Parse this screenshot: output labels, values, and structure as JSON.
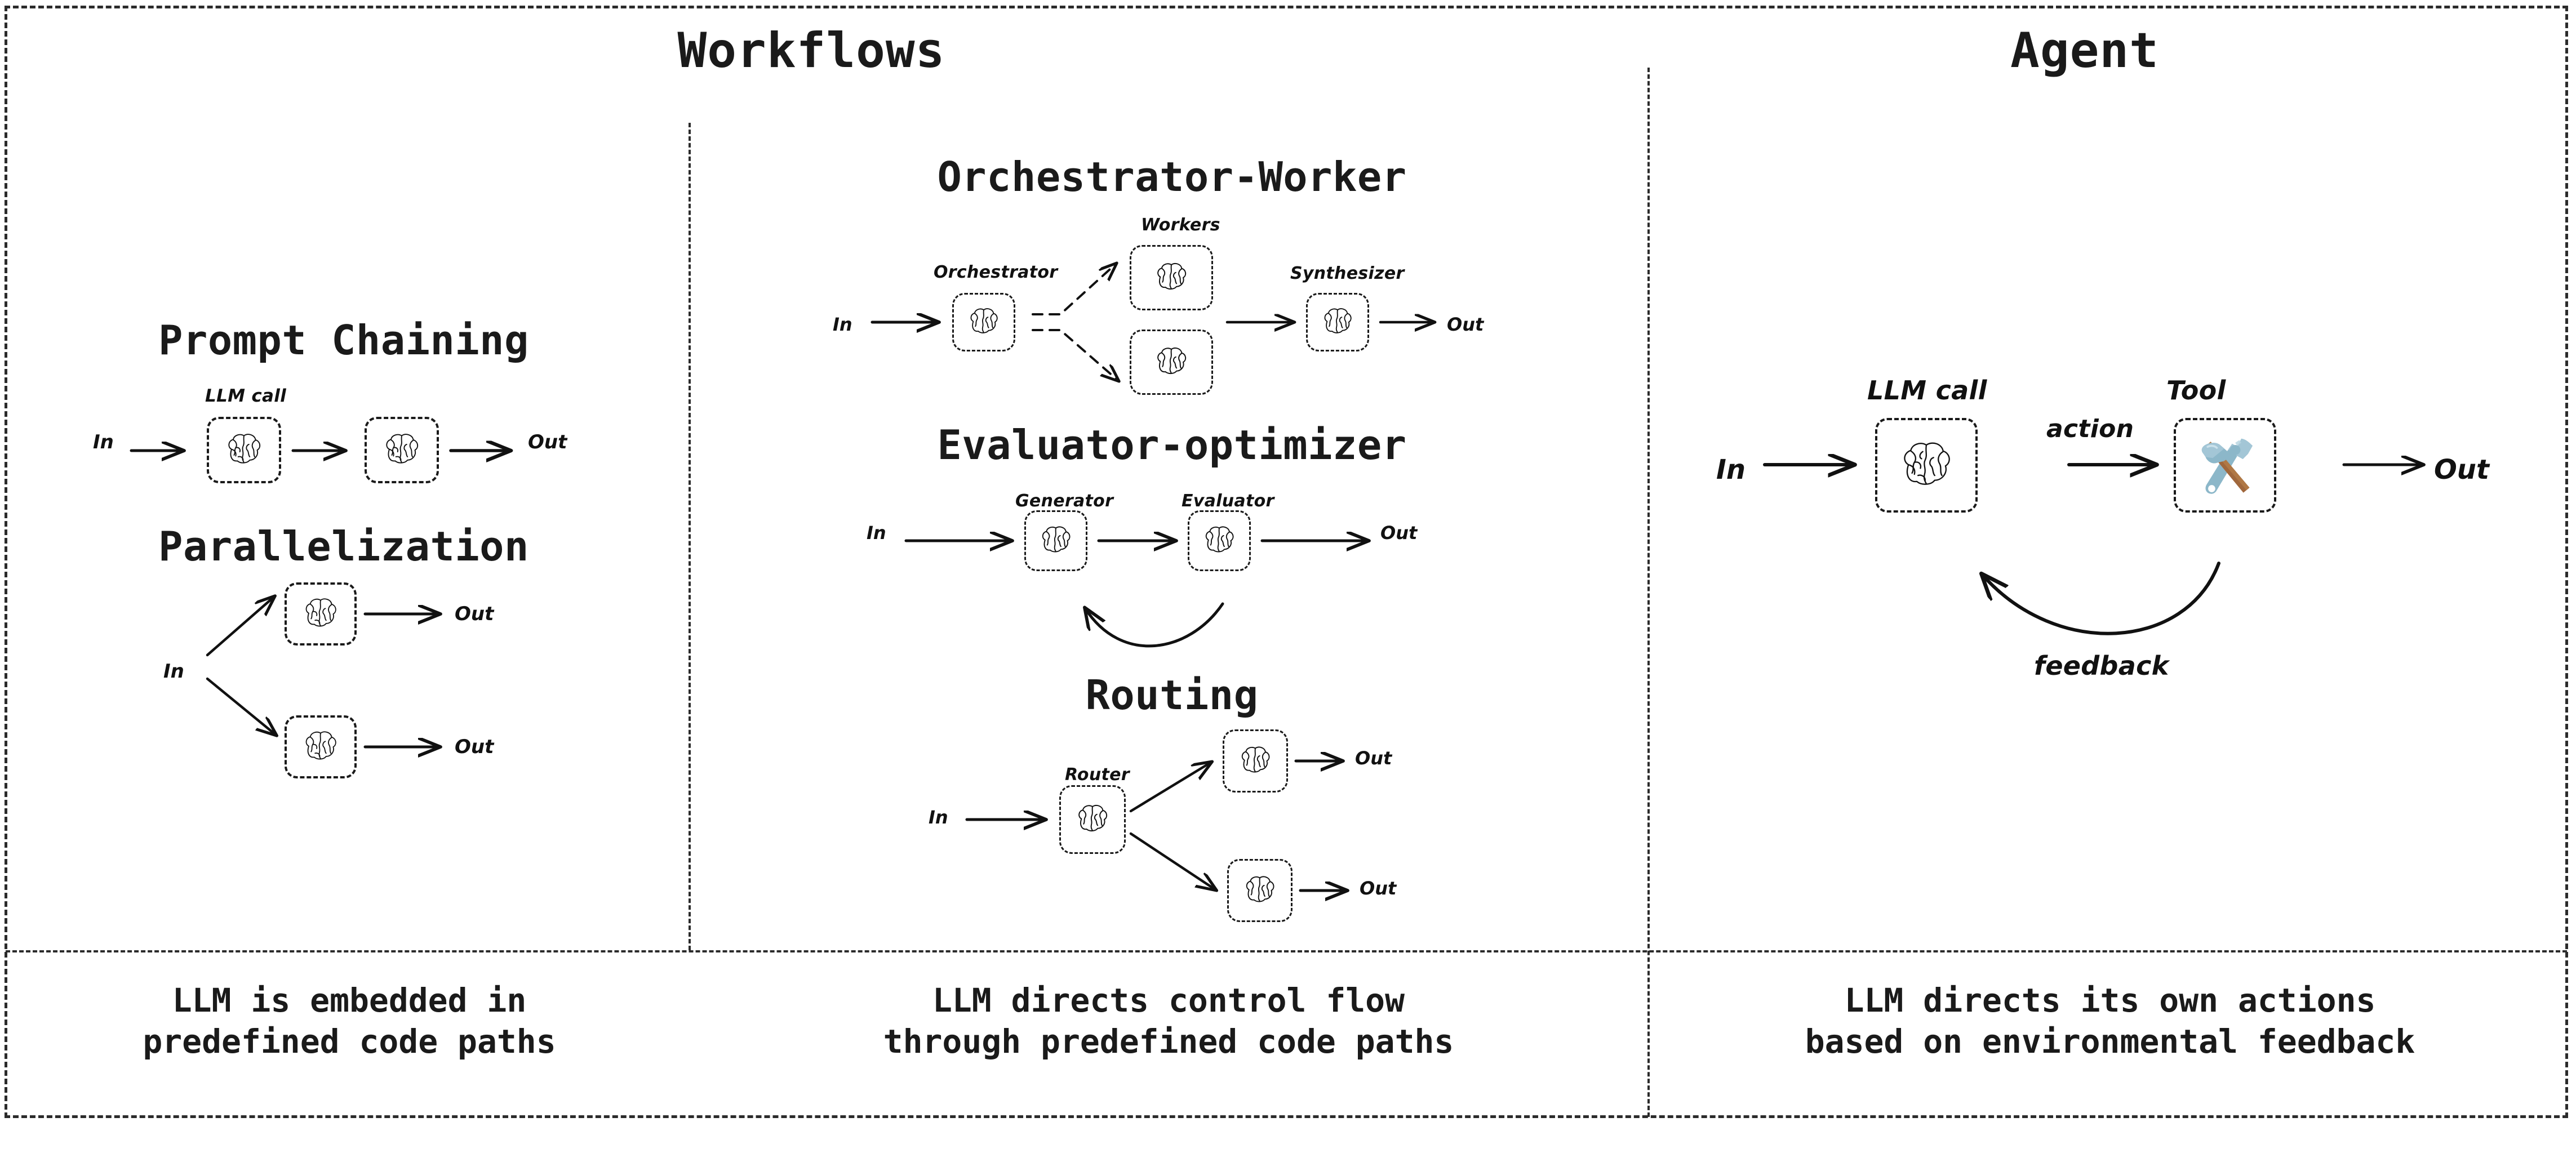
{
  "figure": {
    "title_bar": {
      "workflows": "Workflows",
      "agent": "Agent"
    },
    "columns": [
      {
        "id": "workflows-left",
        "header": "Workflows",
        "caption_line1": "LLM is embedded in",
        "caption_line2": "predefined code paths",
        "sections": [
          {
            "id": "prompt-chaining",
            "title": "Prompt Chaining",
            "labels": {
              "llm_call": "LLM call"
            },
            "io": {
              "in": "In",
              "out": "Out"
            },
            "nodes": [
              {
                "id": "pc-llm-1",
                "icon": "brain-icon",
                "label": "LLM call"
              },
              {
                "id": "pc-llm-2",
                "icon": "brain-icon",
                "label": ""
              }
            ]
          },
          {
            "id": "parallelization",
            "title": "Parallelization",
            "io": {
              "in": "In",
              "out_top": "Out",
              "out_bottom": "Out"
            },
            "nodes": [
              {
                "id": "par-llm-top",
                "icon": "brain-icon"
              },
              {
                "id": "par-llm-bottom",
                "icon": "brain-icon"
              }
            ]
          }
        ]
      },
      {
        "id": "workflows-middle",
        "caption_line1": "LLM directs control flow",
        "caption_line2": "through predefined code paths",
        "sections": [
          {
            "id": "orchestrator-worker",
            "title": "Orchestrator-Worker",
            "labels": {
              "workers": "Workers",
              "orchestrator": "Orchestrator",
              "synthesizer": "Synthesizer"
            },
            "io": {
              "in": "In",
              "out": "Out"
            },
            "nodes": [
              {
                "id": "ow-orchestrator",
                "icon": "brain-icon",
                "label": "Orchestrator"
              },
              {
                "id": "ow-worker-top",
                "icon": "brain-icon"
              },
              {
                "id": "ow-worker-bottom",
                "icon": "brain-icon"
              },
              {
                "id": "ow-synthesizer",
                "icon": "brain-icon",
                "label": "Synthesizer"
              }
            ]
          },
          {
            "id": "evaluator-optimizer",
            "title": "Evaluator-optimizer",
            "labels": {
              "generator": "Generator",
              "evaluator": "Evaluator"
            },
            "io": {
              "in": "In",
              "out": "Out"
            },
            "nodes": [
              {
                "id": "eo-generator",
                "icon": "brain-icon",
                "label": "Generator"
              },
              {
                "id": "eo-evaluator",
                "icon": "brain-icon",
                "label": "Evaluator"
              }
            ]
          },
          {
            "id": "routing",
            "title": "Routing",
            "labels": {
              "router": "Router"
            },
            "io": {
              "in": "In",
              "out_top": "Out",
              "out_bottom": "Out"
            },
            "nodes": [
              {
                "id": "rt-router",
                "icon": "brain-icon",
                "label": "Router"
              },
              {
                "id": "rt-llm-top",
                "icon": "brain-icon"
              },
              {
                "id": "rt-llm-bottom",
                "icon": "brain-icon"
              }
            ]
          }
        ]
      },
      {
        "id": "agent",
        "header": "Agent",
        "caption_line1": "LLM directs its own actions",
        "caption_line2": "based on environmental feedback",
        "sections": [
          {
            "id": "agent-loop",
            "labels": {
              "llm_call": "LLM call",
              "tool": "Tool",
              "action": "action",
              "feedback": "feedback"
            },
            "io": {
              "in": "In",
              "out": "Out"
            },
            "nodes": [
              {
                "id": "ag-llm",
                "icon": "brain-icon",
                "label": "LLM call"
              },
              {
                "id": "ag-tool",
                "icon": "hammer-and-wrench-icon",
                "label": "Tool"
              }
            ]
          }
        ]
      }
    ],
    "colors": {
      "ink": "#1a1a1a",
      "frame": "#2b2b2b",
      "tool_metal": "#8cb7c9",
      "tool_metal_dark": "#6f9cb0",
      "tool_handle": "#a0673c",
      "background": "#ffffff"
    }
  }
}
